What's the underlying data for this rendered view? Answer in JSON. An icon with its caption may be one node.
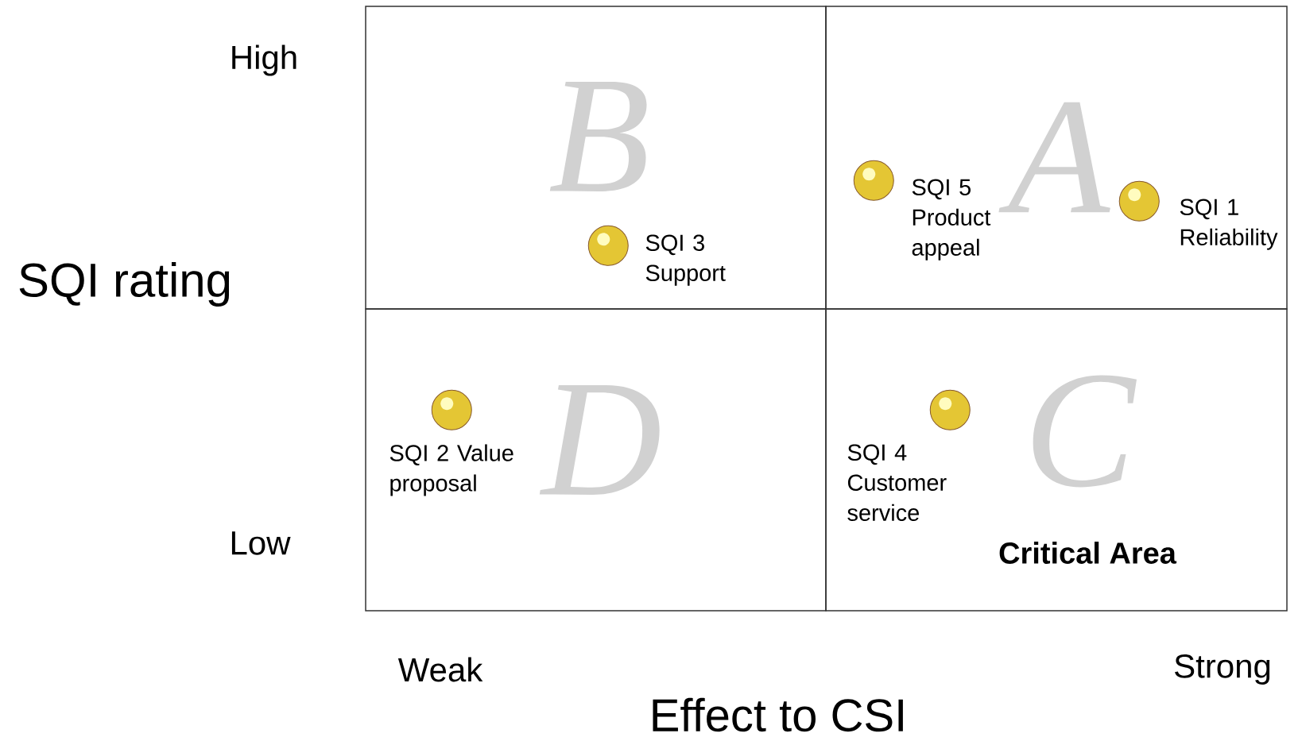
{
  "diagram": {
    "nodes": [
      {
        "text": [
          "B"
        ]
      },
      {
        "text": [
          "A"
        ]
      },
      {
        "text": [
          "D"
        ]
      },
      {
        "text": [
          "C",
          "Critical Area"
        ]
      },
      {
        "text": [],
        "shape": "circle",
        "in": 0,
        "beside": [
          "SQI 3 Support"
        ]
      },
      {
        "text": [],
        "shape": "circle",
        "in": 1,
        "beside": [
          "SQI 5 Product appeal"
        ]
      },
      {
        "text": [],
        "shape": "circle",
        "in": 1,
        "beside": [
          "SQI 1 Reliability"
        ]
      },
      {
        "text": [],
        "shape": "circle",
        "in": 2,
        "beside": [
          "SQI 2 Value proposal"
        ]
      },
      {
        "text": [],
        "shape": "circle",
        "in": 3,
        "beside": [
          "SQI 4 Customer service"
        ]
      }
    ],
    "labels": [
      "High",
      "SQI rating",
      "Low",
      "Weak",
      "Strong",
      "Effect to CSI"
    ]
  }
}
